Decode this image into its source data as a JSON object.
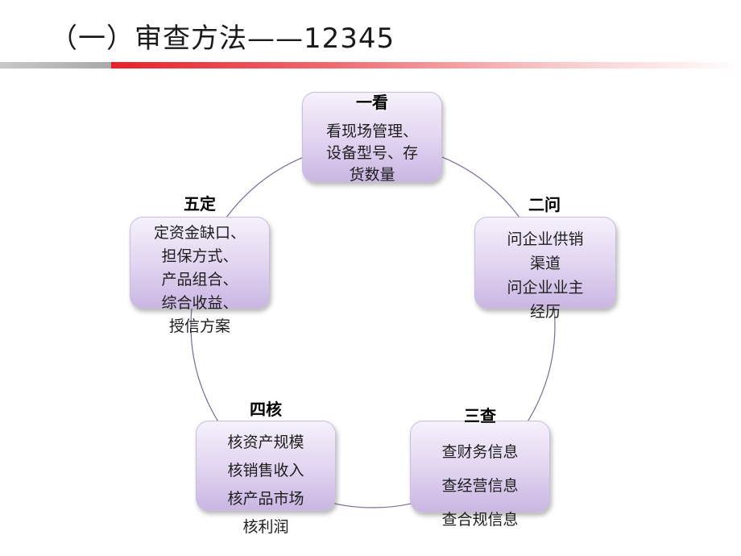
{
  "slide": {
    "title": "（一）审查方法——12345"
  },
  "cycle": {
    "nodes": [
      {
        "label": "一看",
        "text": "看现场管理、\n设备型号、存\n货数量"
      },
      {
        "label": "二问",
        "text": "问企业供销\n渠道\n问企业业主\n经历"
      },
      {
        "label": "三查",
        "text": "查财务信息\n查经营信息\n查合规信息"
      },
      {
        "label": "四核",
        "text": "核资产规模\n核销售收入\n核产品市场\n核利润"
      },
      {
        "label": "五定",
        "text": "定资金缺口、\n担保方式、\n产品组合、\n综合收益、\n授信方案"
      }
    ],
    "colors": {
      "ring": "#7b6a96",
      "box_top": "#f6f1fb",
      "box_bottom": "#c9b6e2"
    }
  }
}
